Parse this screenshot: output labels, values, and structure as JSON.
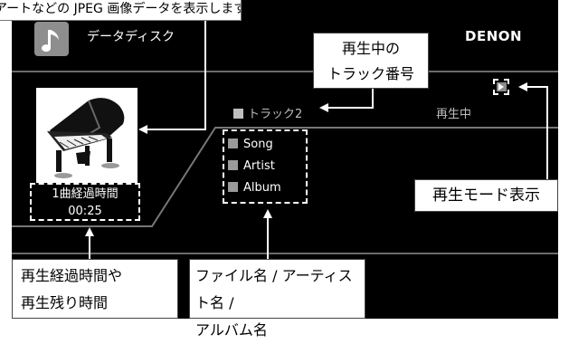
{
  "caption_top": "アートなどの JPEG 画像データを表示します。",
  "header": {
    "title": "データディスク",
    "brand": "DENON"
  },
  "now_playing": {
    "track": "トラック2",
    "status": "再生中",
    "elapsed_label": "1曲経過時間",
    "elapsed_time": "00:25"
  },
  "metadata": [
    {
      "icon": "music-note-icon",
      "label": "Song"
    },
    {
      "icon": "artist-icon",
      "label": "Artist"
    },
    {
      "icon": "album-disc-icon",
      "label": "Album"
    }
  ],
  "callouts": {
    "track_number": [
      "再生中の",
      "トラック番号"
    ],
    "play_mode": "再生モード表示",
    "elapsed": [
      "再生経過時間や",
      "再生残り時間"
    ],
    "file_info": [
      "ファイル名 / アーティスト名 /",
      "アルバム名"
    ]
  },
  "colors": {
    "screen_bg": "#000000",
    "text": "#ffffff",
    "dim_text": "#bfbfbf",
    "icon_gray": "#8e8e8e"
  }
}
